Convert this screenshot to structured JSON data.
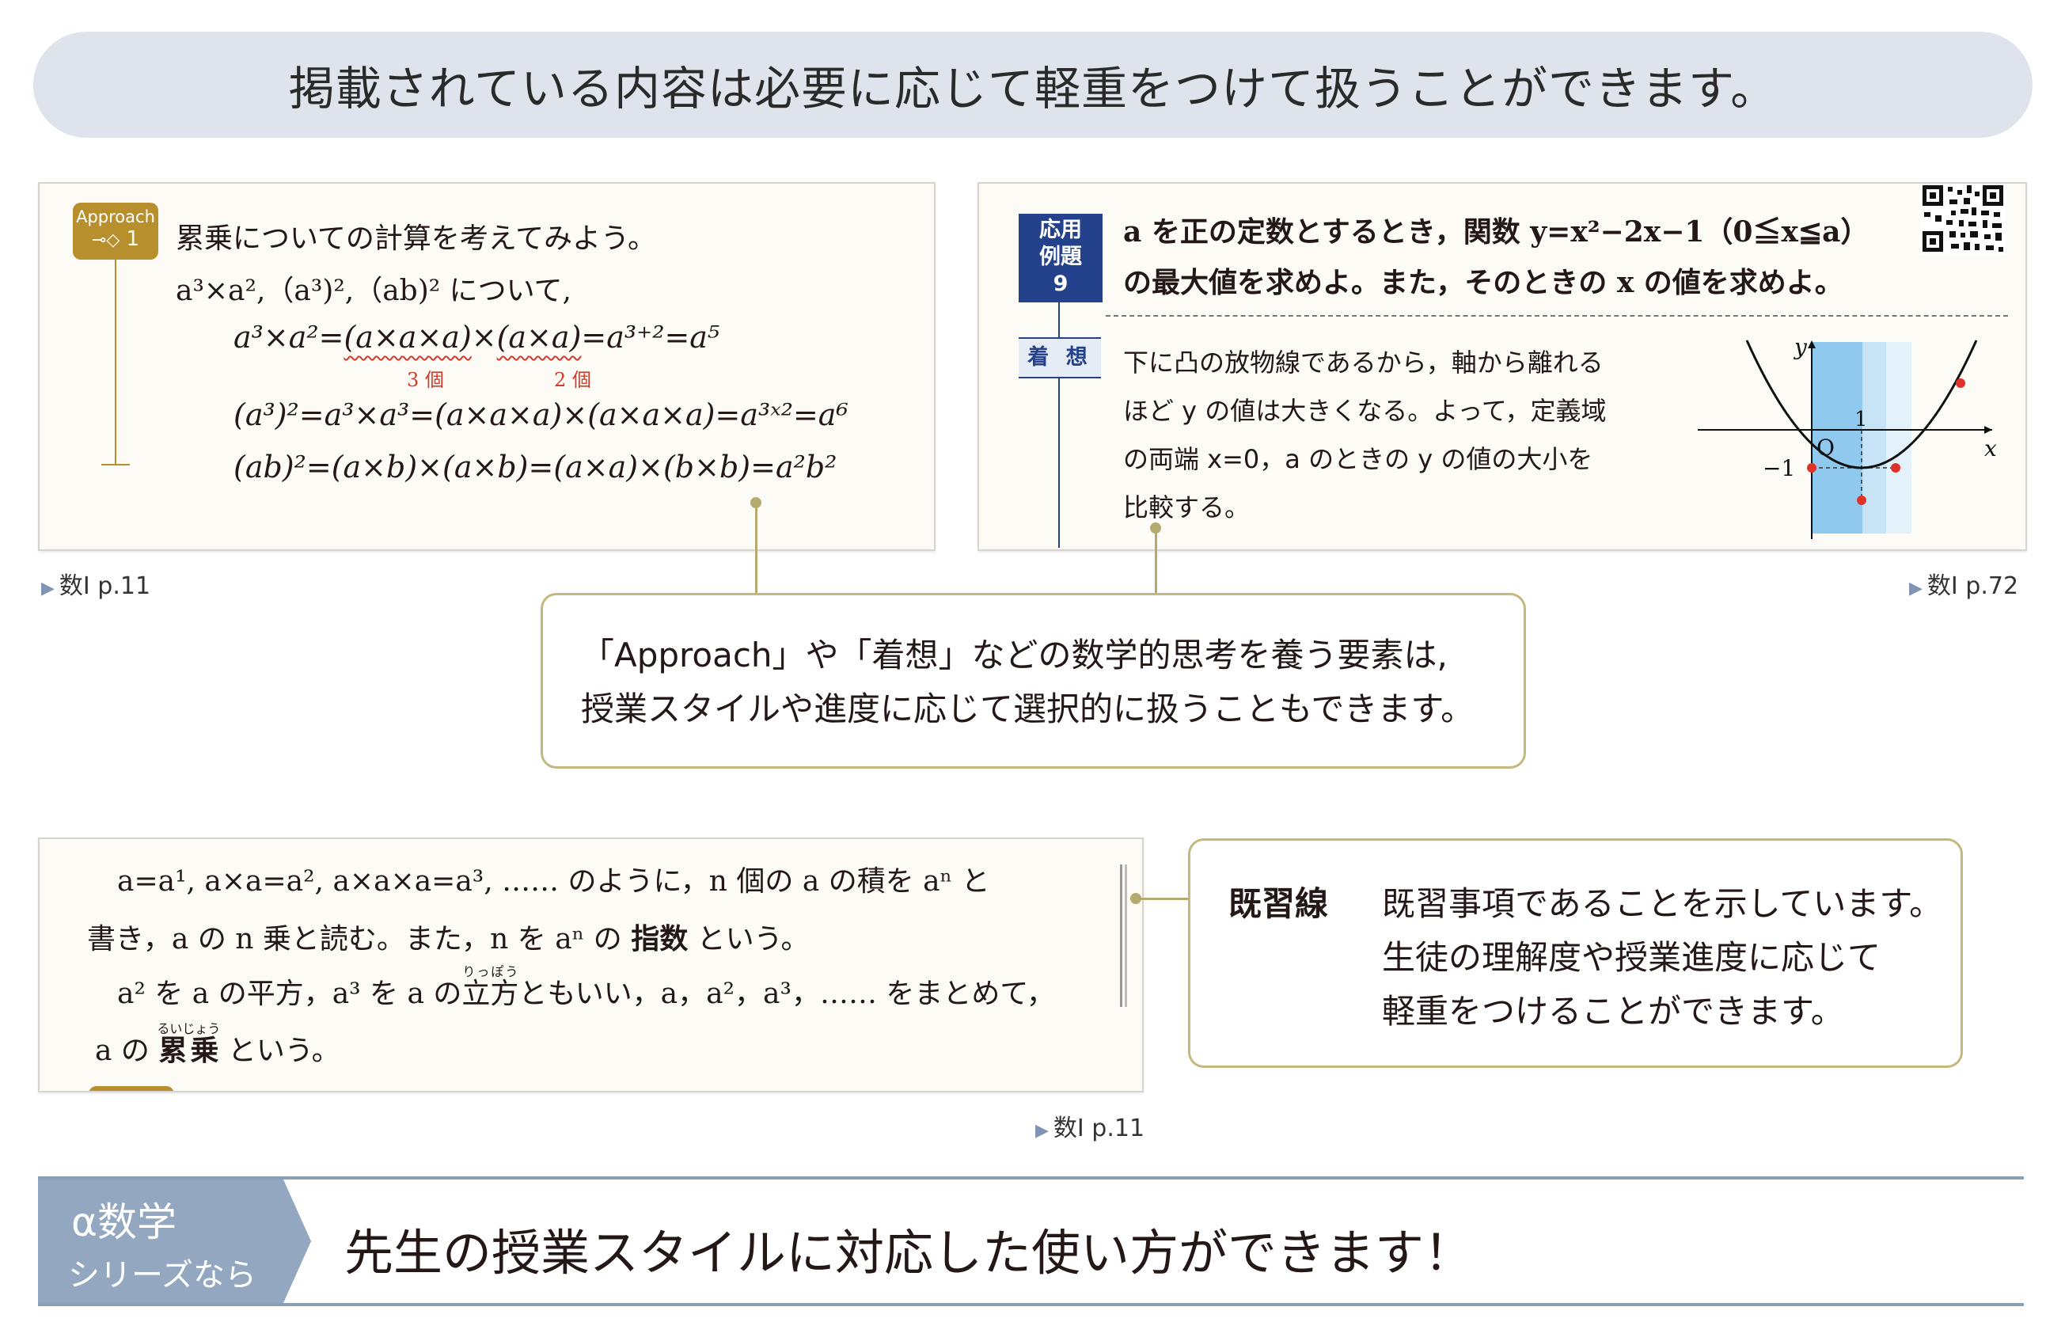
{
  "banner": {
    "text": "掲載されている内容は必要に応じて軽重をつけて扱うことができます。"
  },
  "approach_panel": {
    "badge_top": "Approach",
    "badge_icon": "⊸◇",
    "badge_number": "1",
    "heading": "累乗についての計算を考えてみよう。",
    "line1": "a³×a²,（a³)²,（ab)² について,",
    "eq1_left": "a³×a²=",
    "eq1_group1": "(a×a×a)",
    "eq1_times": "×",
    "eq1_group2": "(a×a)",
    "eq1_right": "=a³⁺²=a⁵",
    "label_3": "3 個",
    "label_2": "2 個",
    "eq2": "(a³)²=a³×a³=(a×a×a)×(a×a×a)=a³ˣ²=a⁶",
    "eq3": "(ab)²=(a×b)×(a×b)=(a×a)×(b×b)=a²b²",
    "page_ref": "数Ⅰ p.11"
  },
  "example_panel": {
    "badge_line1": "応用",
    "badge_line2": "例題",
    "badge_number": "9",
    "problem_line1": "a を正の定数とするとき，関数 y=x²−2x−1（0≦x≦a）",
    "problem_line2": "の最大値を求めよ。また，そのときの x の値を求めよ。",
    "idea_label": "着 想",
    "idea_lines": [
      "下に凸の放物線であるから，軸から離れる",
      "ほど y の値は大きくなる。よって，定義域",
      "の両端 x=0，a のときの y の値の大小を",
      "比較する。"
    ],
    "graph": {
      "x_label": "x",
      "y_label": "y",
      "origin_label": "O",
      "tick_1": "1",
      "tick_minus1": "−1"
    },
    "page_ref": "数Ⅰ p.72"
  },
  "callout_approach": {
    "line1": "「Approach」や「着想」などの数学的思考を養う要素は,",
    "line2": "授業スタイルや進度に応じて選択的に扱うこともできます。"
  },
  "textbook_panel": {
    "line1": "a=a¹, a×a=a², a×a×a=a³, …… のように，n 個の a の積を aⁿ と",
    "line2_a": "書き，a の n 乗と読む。また，n を aⁿ の",
    "line2_bold": "指数",
    "line2_b": "という。",
    "line3_a": "a² を a の平方，a³ を a の",
    "line3_ruby_base": "立方",
    "line3_ruby": "りっぽう",
    "line3_b": "ともいい，a，a²，a³，…… をまとめて，",
    "line4_a": "a の",
    "line4_ruby_base": "累乗",
    "line4_ruby": "るいじょう",
    "line4_b": "という。",
    "page_ref": "数Ⅰ p.11"
  },
  "callout_kishu": {
    "title": "既習線",
    "line1": "既習事項であることを示しています。",
    "line2": "生徒の理解度や授業進度に応じて",
    "line3": "軽重をつけることができます。"
  },
  "bottom_banner": {
    "tag_line1": "α数学",
    "tag_line2": "シリーズなら",
    "text": "先生の授業スタイルに対応した使い方ができます！"
  },
  "colors": {
    "banner_bg": "#dfe4ec",
    "approach_gold": "#b78f2c",
    "example_navy": "#24428c",
    "callout_border": "#c3b87e",
    "accent_red": "#d03b2a",
    "tag_blue": "#93a8c0"
  }
}
